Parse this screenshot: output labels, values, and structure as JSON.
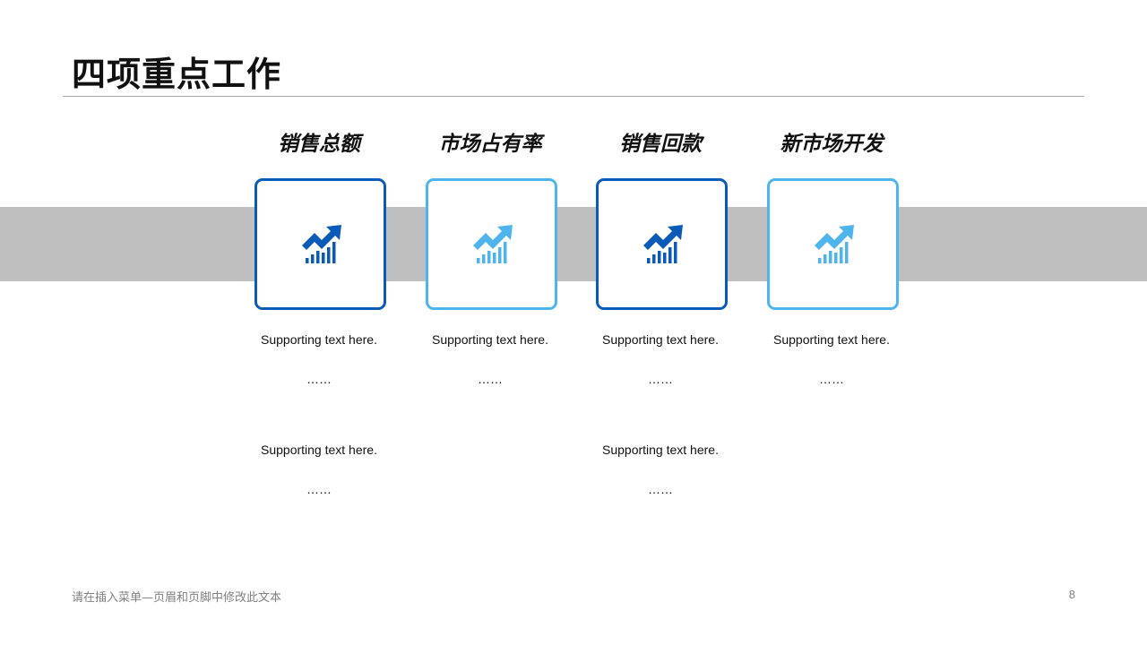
{
  "slide": {
    "title": "四项重点工作",
    "columns": [
      {
        "title": "销售总额",
        "icon": "trend-chart-icon",
        "accent": "#0a5ab8",
        "texts": [
          "Supporting text here.",
          "……",
          "Supporting text here.",
          "……"
        ]
      },
      {
        "title": "市场占有率",
        "icon": "trend-chart-icon",
        "accent": "#4db5ec",
        "texts": [
          "Supporting text here.",
          "……"
        ]
      },
      {
        "title": "销售回款",
        "icon": "trend-chart-icon",
        "accent": "#0a5ab8",
        "texts": [
          "Supporting text here.",
          "……",
          "Supporting text here.",
          "……"
        ]
      },
      {
        "title": "新市场开发",
        "icon": "trend-chart-icon",
        "accent": "#4db5ec",
        "texts": [
          "Supporting text here.",
          "……"
        ]
      }
    ],
    "band_color": "#bfbfbf"
  },
  "footer": {
    "text": "请在插入菜单—页眉和页脚中修改此文本",
    "page_number": "8"
  }
}
